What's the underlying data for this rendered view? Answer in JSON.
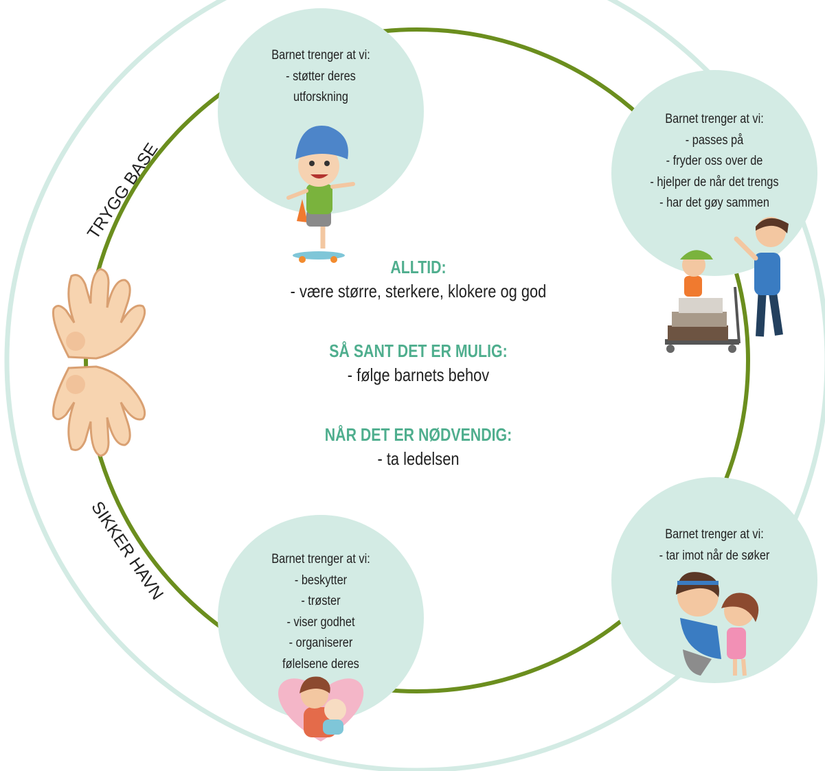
{
  "colors": {
    "outer_ring": "#d3ebe4",
    "inner_ring": "#6b8e1e",
    "bubble_fill": "#d3ebe4",
    "heading": "#4fae8e",
    "text": "#222222",
    "hand": "#f7d4b0",
    "hand_outline": "#d9a072"
  },
  "ring_labels": {
    "secure_base": "TRYGG BASE",
    "safe_haven": "SIKKER HAVN"
  },
  "bubbles": {
    "top_left": {
      "lines": [
        "Barnet trenger at vi:",
        "- støtter deres",
        "utforskning"
      ],
      "illustration": "child-skateboarding-with-helmet"
    },
    "top_right": {
      "lines": [
        "Barnet trenger at vi:",
        "- passes på",
        "- fryder oss over de",
        "- hjelper de når det trengs",
        "- har det gøy sammen"
      ],
      "illustration": "father-pushing-child-on-luggage-cart"
    },
    "bottom_right": {
      "lines": [
        "Barnet trenger at vi:",
        "- tar imot når de søker"
      ],
      "illustration": "mother-welcoming-child"
    },
    "bottom_left": {
      "lines": [
        "Barnet trenger at vi:",
        "- beskytter",
        "- trøster",
        "- viser godhet",
        "- organiserer",
        "følelsene deres"
      ],
      "illustration": "mother-holding-baby-heart"
    }
  },
  "center": {
    "always_heading": "ALLTID:",
    "always_text": "- være større, sterkere, klokere og god",
    "possible_heading": "SÅ SANT DET ER MULIG:",
    "possible_text": "- følge barnets behov",
    "necessary_heading": "NÅR DET ER NØDVENDIG:",
    "necessary_text": "- ta ledelsen"
  },
  "icons": {
    "hands": "open-hands-icon"
  }
}
